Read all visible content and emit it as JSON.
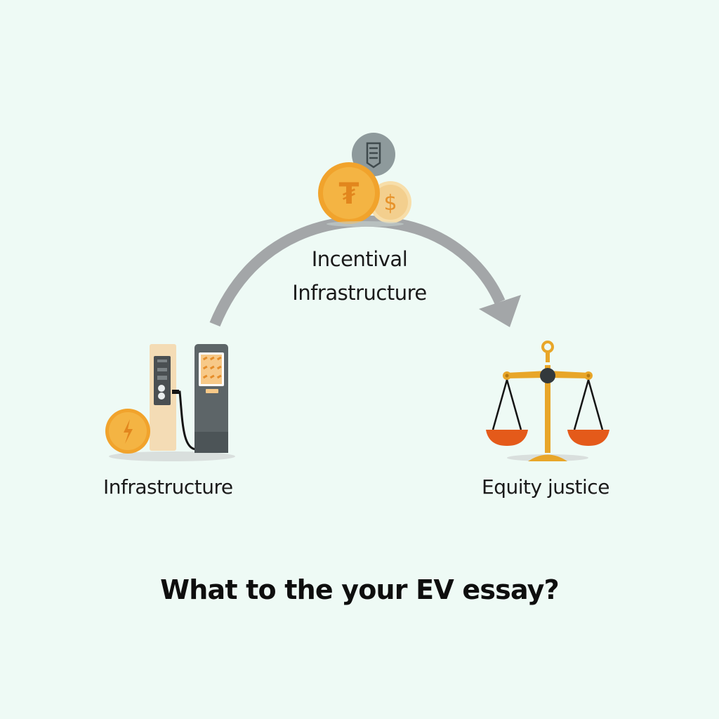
{
  "diagram": {
    "background": "#eefaf5",
    "flow": {
      "label_line1": "Incentival",
      "label_line2": "Infrastructure",
      "arrow_color": "#a3a6a8",
      "direction": "left-to-right"
    },
    "nodes": [
      {
        "id": "infrastructure",
        "label": "Infrastructure",
        "icon": "ev-charging-station-icon",
        "accent": "#f2a72e"
      },
      {
        "id": "equity",
        "label": "Equity justice",
        "icon": "scales-of-justice-icon",
        "accent": "#e45a1a"
      }
    ],
    "top_icon": {
      "name": "coins-stack-icon",
      "coins": [
        {
          "symbol": "gear-emblem",
          "color": "#8e9a9c"
        },
        {
          "symbol": "₮",
          "color": "#f2a72e"
        },
        {
          "symbol": "$",
          "color": "#f5d49a"
        }
      ]
    },
    "question": "What to the your EV essay?"
  }
}
